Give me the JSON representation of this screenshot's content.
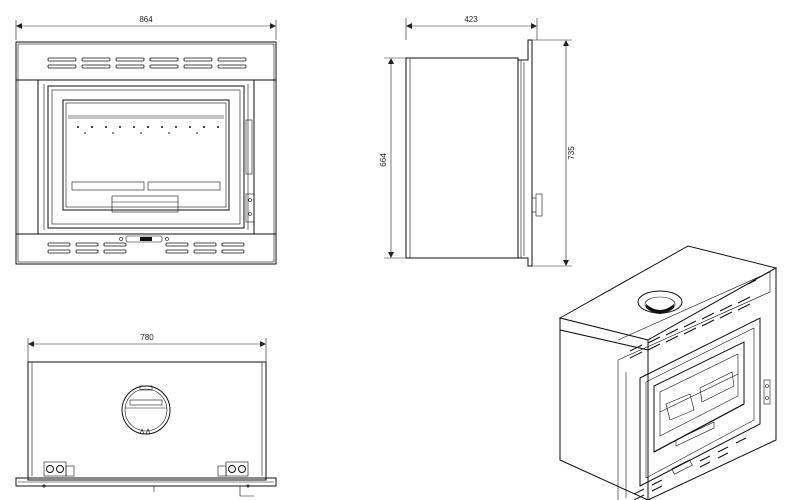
{
  "dimensions": {
    "front_width": "864",
    "side_depth": "423",
    "side_height_inner": "664",
    "side_height_total": "735",
    "top_width": "780"
  }
}
